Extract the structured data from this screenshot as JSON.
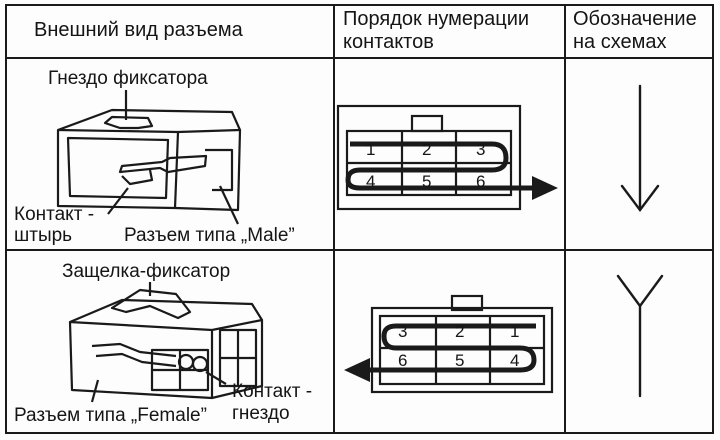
{
  "table": {
    "headers": {
      "appearance": "Внешний вид разъема",
      "numbering_line1": "Порядок нумерации",
      "numbering_line2": "контактов",
      "designation_line1": "Обозначение",
      "designation_line2": "на схемах"
    },
    "rows": [
      {
        "type": "male",
        "labels": {
          "lock_slot": "Гнездо фиксатора",
          "contact_line1": "Контакт -",
          "contact_line2": "штырь",
          "connector_type": "Разъем типа „Male”"
        },
        "pin_numbers": [
          "1",
          "2",
          "3",
          "4",
          "5",
          "6"
        ],
        "symbol": "arrow-down-icon"
      },
      {
        "type": "female",
        "labels": {
          "latch": "Защелка-фиксатор",
          "connector_type": "Разъем типа „Female”",
          "contact_line1": "Контакт -",
          "contact_line2": "гнездо"
        },
        "pin_numbers": [
          "3",
          "2",
          "1",
          "6",
          "5",
          "4"
        ],
        "symbol": "y-fork-icon"
      }
    ]
  }
}
